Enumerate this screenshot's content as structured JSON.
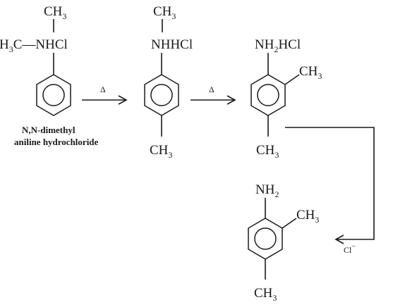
{
  "molecule1": {
    "top_substituent": "CH",
    "top_substituent_sub": "3",
    "left_group_h": "H",
    "left_group_sub": "3",
    "left_group_c": "C—NHCl",
    "caption_line1": "N,N-dimethyl",
    "caption_line2": "aniline hydrochloride"
  },
  "molecule2": {
    "top_substituent": "CH",
    "top_substituent_sub": "3",
    "nitrogen_group": "NHHCl",
    "bottom_substituent": "CH",
    "bottom_substituent_sub": "3"
  },
  "molecule3": {
    "nitrogen_group_a": "NH",
    "nitrogen_group_sub": "2",
    "nitrogen_group_b": "HCl",
    "ortho_substituent": "CH",
    "ortho_substituent_sub": "3",
    "bottom_substituent": "CH",
    "bottom_substituent_sub": "3"
  },
  "molecule4": {
    "nitrogen_group": "NH",
    "nitrogen_group_sub": "2",
    "ortho_substituent": "CH",
    "ortho_substituent_sub": "3",
    "bottom_substituent": "CH",
    "bottom_substituent_sub": "3"
  },
  "arrows": {
    "arrow1_label": "Δ",
    "arrow2_label": "Δ",
    "arrow3_label": "Cl",
    "arrow3_label_sup": "−"
  }
}
